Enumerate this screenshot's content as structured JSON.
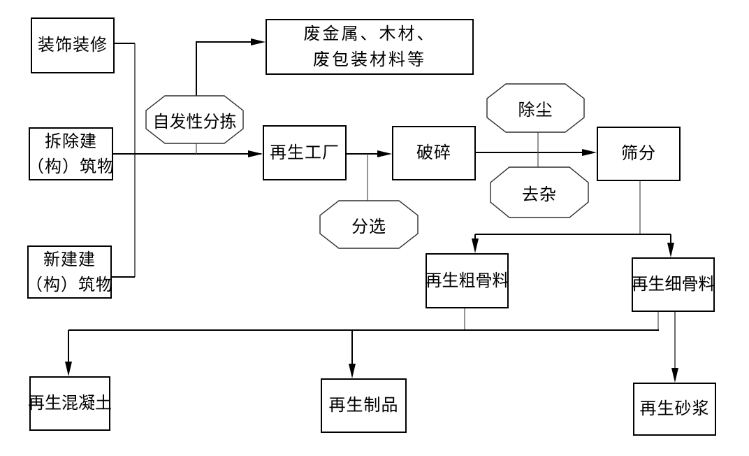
{
  "diagram": {
    "type": "flowchart",
    "language": "zh-CN",
    "background_color": "#ffffff",
    "line_color": "#000000",
    "nodes": {
      "decoration": {
        "label": "装饰装修",
        "shape": "rect"
      },
      "demolition": {
        "label": "拆除建\n（构）筑物",
        "shape": "rect"
      },
      "new_construction": {
        "label": "新建建\n（构）筑物",
        "shape": "rect"
      },
      "waste_materials": {
        "label": "废金属、木材、\n废包装材料等",
        "shape": "rect"
      },
      "spontaneous_sorting": {
        "label": "自发性分拣",
        "shape": "octagon"
      },
      "recycling_plant": {
        "label": "再生工厂",
        "shape": "rect"
      },
      "sorting": {
        "label": "分选",
        "shape": "octagon"
      },
      "crushing": {
        "label": "破碎",
        "shape": "rect"
      },
      "dust_removal": {
        "label": "除尘",
        "shape": "octagon"
      },
      "impurity_removal": {
        "label": "去杂",
        "shape": "octagon"
      },
      "screening": {
        "label": "筛分",
        "shape": "rect"
      },
      "coarse_aggregate": {
        "label": "再生粗骨料",
        "shape": "rect"
      },
      "fine_aggregate": {
        "label": "再生细骨料",
        "shape": "rect"
      },
      "recycled_concrete": {
        "label": "再生混凝土",
        "shape": "rect"
      },
      "recycled_products": {
        "label": "再生制品",
        "shape": "rect"
      },
      "recycled_mortar": {
        "label": "再生砂浆",
        "shape": "rect"
      }
    },
    "edges": [
      {
        "from": "decoration",
        "to": "recycling_plant"
      },
      {
        "from": "demolition",
        "to": "recycling_plant"
      },
      {
        "from": "new_construction",
        "to": "recycling_plant"
      },
      {
        "from": "spontaneous_sorting",
        "to": "waste_materials"
      },
      {
        "from": "spontaneous_sorting",
        "to": "inflow_line"
      },
      {
        "from": "recycling_plant",
        "to": "crushing"
      },
      {
        "from": "sorting",
        "to": "recycling_plant_crushing_line"
      },
      {
        "from": "crushing",
        "to": "screening"
      },
      {
        "from": "dust_removal",
        "to": "crushing_screening_line"
      },
      {
        "from": "impurity_removal",
        "to": "crushing_screening_line"
      },
      {
        "from": "screening",
        "to": "coarse_aggregate"
      },
      {
        "from": "screening",
        "to": "fine_aggregate"
      },
      {
        "from": "coarse_aggregate",
        "to": "recycled_concrete"
      },
      {
        "from": "coarse_aggregate",
        "to": "recycled_products"
      },
      {
        "from": "fine_aggregate",
        "to": "recycled_concrete"
      },
      {
        "from": "fine_aggregate",
        "to": "recycled_products"
      },
      {
        "from": "fine_aggregate",
        "to": "recycled_mortar"
      }
    ]
  }
}
